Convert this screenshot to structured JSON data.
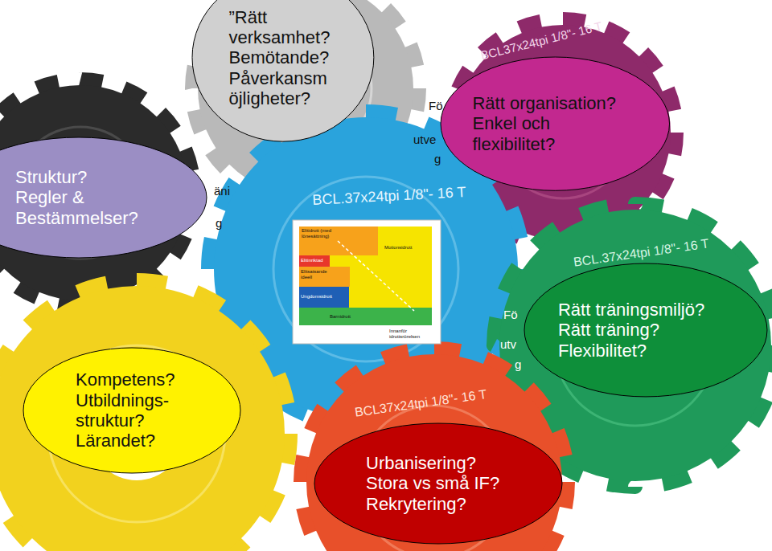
{
  "diagram": {
    "nodes": [
      {
        "text": [
          "”Rätt verksamhet? Bemötande? Påverkansm öjligheter?"
        ]
      },
      {
        "text": [
          "Rätt organisation? Enkel och flexibilitet?"
        ]
      },
      {
        "text": [
          "Struktur? Regler & Bestämmelser?"
        ]
      },
      {
        "text": [
          "Rätt träningsmiljö? Rätt träning? Flexibilitet?"
        ]
      },
      {
        "text": [
          "Kompetens? Utbildnings- struktur? Lärandet?"
        ]
      },
      {
        "text": [
          "Urbanisering? Stora vs små IF? Rekrytering?"
        ]
      }
    ],
    "labels": [
      "BCL37x24tpi 1/8\"- 16 T",
      "BCL.37x24tpi 1/8\"- 16 T",
      "BCL.37x24tpi 1/8\"- 16 T",
      "BCL37x24tpi 1/8\"- 16 T",
      "Fö",
      "utve",
      "g",
      "äni",
      "g",
      "Fö",
      "utv",
      "g",
      "Elitidrott (med lönesättning)",
      "Motionsidrott",
      "Elitinriktad",
      "Elitsatsande ideell",
      "Ungdomsidrott",
      "Barnidrott",
      "Innanför idrottsrörelsen"
    ]
  }
}
